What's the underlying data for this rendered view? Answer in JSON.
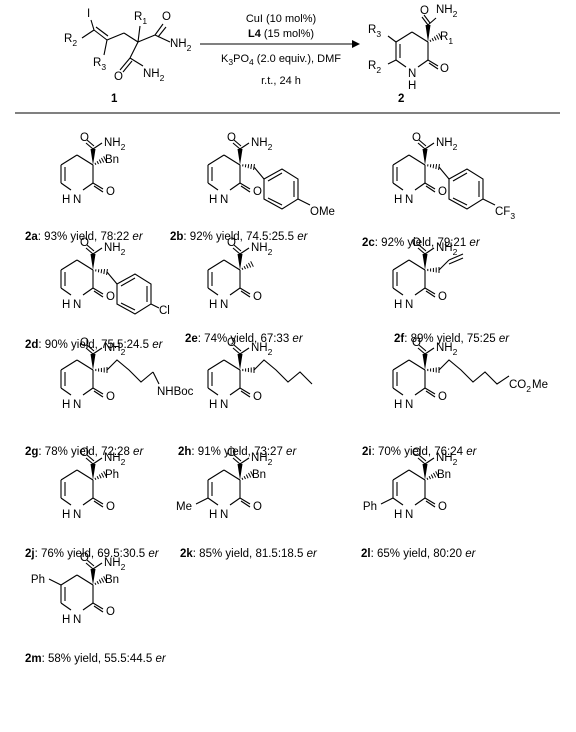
{
  "reaction": {
    "conditions": {
      "line1": "CuI (10 mol%)",
      "line2": "L4",
      "line2b": "(15 mol%)",
      "line3_pre": "K",
      "line3_sub1": "3",
      "line3_mid": "PO",
      "line3_sub2": "4",
      "line3_post": " (2.0 equiv.), DMF",
      "line4": "r.t., 24 h"
    },
    "reactant": {
      "compound_number": "1",
      "atoms": [
        "I",
        "R",
        "2",
        "R",
        "3",
        "R",
        "1",
        "NH",
        "2",
        "O",
        "NH",
        "2",
        "O"
      ]
    },
    "product": {
      "compound_number": "2",
      "atoms": [
        "O",
        "NH",
        "2",
        "R",
        "3",
        "R",
        "1",
        "R",
        "2",
        "N",
        "H",
        "O"
      ]
    }
  },
  "products": [
    {
      "id": "2a",
      "yield": "93% yield",
      "er": "78:22",
      "group": "Bn"
    },
    {
      "id": "2b",
      "yield": "92% yield",
      "er": "74.5:25.5",
      "group": "OMe"
    },
    {
      "id": "2c",
      "yield": "92% yield",
      "er": "79:21",
      "group": "CF3"
    },
    {
      "id": "2d",
      "yield": "90% yield",
      "er": "75.5:24.5",
      "group": "Cl"
    },
    {
      "id": "2e",
      "yield": "74% yield",
      "er": "67:33",
      "group": ""
    },
    {
      "id": "2f",
      "yield": "89% yield",
      "er": "75:25",
      "group": ""
    },
    {
      "id": "2g",
      "yield": "78% yield",
      "er": "72:28",
      "group": "NHBoc"
    },
    {
      "id": "2h",
      "yield": "91% yield",
      "er": "73:27",
      "group": ""
    },
    {
      "id": "2i",
      "yield": "70% yield",
      "er": "76:24",
      "group": "CO2Me"
    },
    {
      "id": "2j",
      "yield": "76% yield",
      "er": "69.5:30.5",
      "group": "Ph"
    },
    {
      "id": "2k",
      "yield": "85% yield",
      "er": "81.5:18.5",
      "group": "Bn",
      "ring_sub": "Me"
    },
    {
      "id": "2l",
      "yield": "65% yield",
      "er": "80:20",
      "group": "Bn",
      "ring_sub": "Ph"
    },
    {
      "id": "2m",
      "yield": "58% yield",
      "er": "55.5:44.5",
      "group": "Bn",
      "ring_sub": "Ph"
    }
  ],
  "labels": {
    "amide": "NH",
    "amide_sub": "2",
    "oxygen": "O",
    "nh": "N",
    "h": "H",
    "er": "er",
    "sep": ": ",
    "comma": ", "
  }
}
